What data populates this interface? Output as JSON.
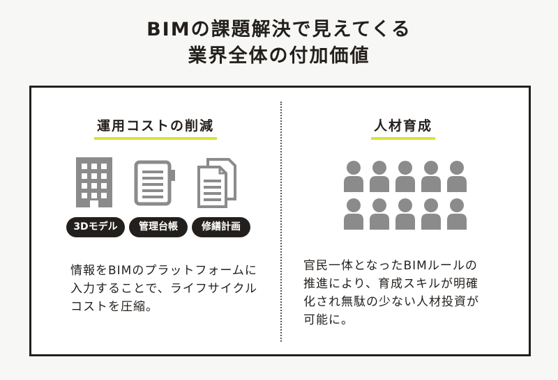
{
  "title": {
    "line1": "BIMの課題解決で見えてくる",
    "line2": "業界全体の付加価値"
  },
  "left": {
    "heading": "運用コストの削減",
    "icons": [
      "building-icon",
      "document-icon",
      "documents-icon"
    ],
    "badges": [
      "3Dモデル",
      "管理台帳",
      "修繕計画"
    ],
    "text": [
      "情報をBIMのプラットフォームに",
      "入力することで、ライフサイクル",
      "コストを圧縮。"
    ]
  },
  "right": {
    "heading": "人材育成",
    "people_rows": 2,
    "people_per_row": 5,
    "text": [
      "官民一体となったBIMルールの",
      "推進により、育成スキルが明確",
      "化され無駄の少ない人材投資が",
      "可能に。"
    ]
  },
  "colors": {
    "accent_underline": "#d7e335",
    "icon_gray": "#8b8b8b",
    "ink": "#231f1c"
  }
}
